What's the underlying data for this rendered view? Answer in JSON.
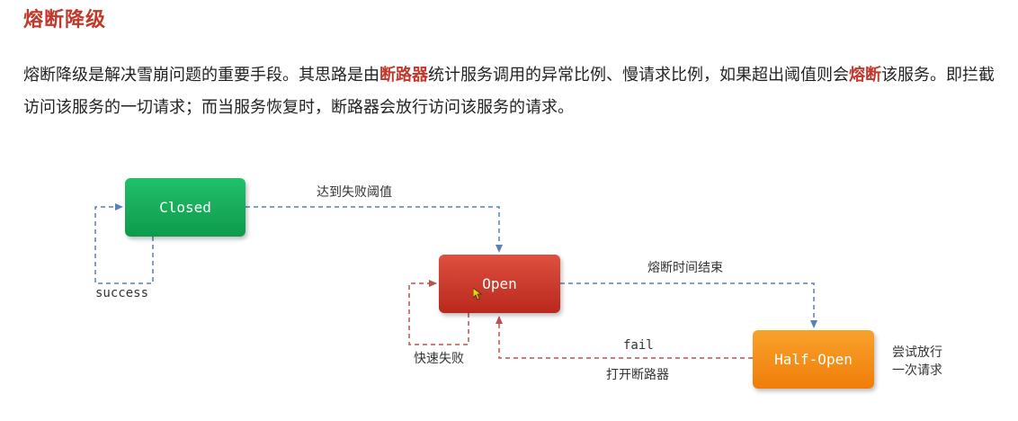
{
  "heading": "熔断降级",
  "paragraph": {
    "part1": "熔断降级是解决雪崩问题的重要手段。其思路是由",
    "hl1": "断路器",
    "part2": "统计服务调用的异常比例、慢请求比例，如果超出阈值则会",
    "hl2": "熔断",
    "part3": "该服务。即拦截访问该服务的一切请求；而当服务恢复时，断路器会放行访问该服务的请求。"
  },
  "diagram": {
    "states": {
      "closed": "Closed",
      "open": "Open",
      "half_open": "Half-Open"
    },
    "labels": {
      "closed_to_open": "达到失败阈值",
      "closed_loop": "success",
      "open_to_half": "熔断时间结束",
      "open_loop": "快速失败",
      "half_to_open_fail": "fail",
      "half_to_open_action": "打开断路器",
      "half_note_line1": "尝试放行",
      "half_note_line2": "一次请求"
    },
    "colors": {
      "closed": "#16a85a",
      "open": "#cc3a2c",
      "half_open": "#f5901a",
      "arrow_blue": "#5b7fb8",
      "arrow_red": "#c0504d"
    }
  }
}
